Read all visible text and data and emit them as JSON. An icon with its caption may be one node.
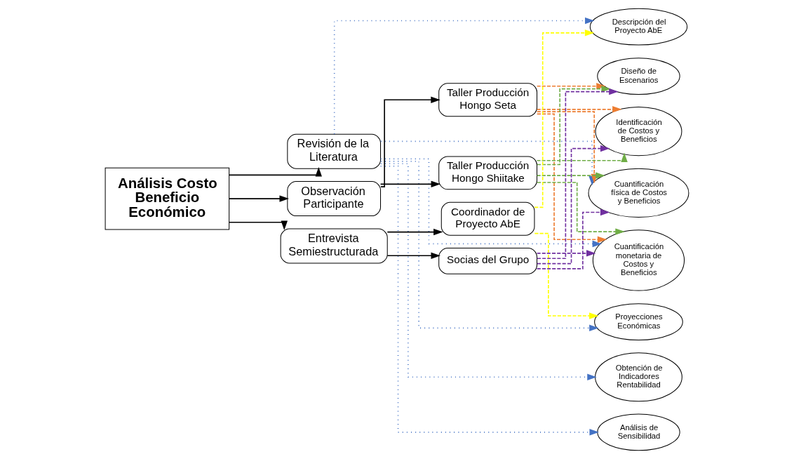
{
  "diagram": {
    "nodes": [
      {
        "text": [
          "Análisis Costo Beneficio Económico"
        ]
      },
      {
        "text": [
          "Revisión de la Literatura"
        ]
      },
      {
        "text": [
          "Observación Participante"
        ]
      },
      {
        "text": [
          "Entrevista Semiestructurada"
        ]
      },
      {
        "text": [
          "Taller Producción Hongo Seta"
        ]
      },
      {
        "text": [
          "Taller Producción Hongo Shiitake"
        ]
      },
      {
        "text": [
          "Coordinador de Proyecto AbE"
        ]
      },
      {
        "text": [
          "Socias del Grupo"
        ]
      },
      {
        "text": [
          "Descripción del Proyecto AbE"
        ]
      },
      {
        "text": [
          "Diseño de Escenarios"
        ]
      },
      {
        "text": [
          "Identificación de Costos y Beneficios"
        ]
      },
      {
        "text": [
          "Cuantificación física de Costos y Beneficios"
        ]
      },
      {
        "text": [
          "Cuantificación monetaria de Costos y Beneficios"
        ]
      },
      {
        "text": [
          "Proyecciones Económicas"
        ]
      },
      {
        "text": [
          "Obtención de Indicadores Rentabilidad"
        ]
      },
      {
        "text": [
          "Análisis de Sensibilidad"
        ]
      }
    ],
    "edges": [
      {
        "from": 0,
        "to": 1,
        "arrow": "to"
      },
      {
        "from": 0,
        "to": 2,
        "arrow": "to"
      },
      {
        "from": 0,
        "to": 3,
        "arrow": "to"
      },
      {
        "from": 2,
        "to": 4,
        "arrow": "to"
      },
      {
        "from": 2,
        "to": 5,
        "arrow": "to"
      },
      {
        "from": 3,
        "to": 6,
        "arrow": "to"
      },
      {
        "from": 3,
        "to": 7,
        "arrow": "to"
      },
      {
        "from": 1,
        "to": 8,
        "arrow": "to",
        "style": "dashed",
        "color": "#4472c4"
      },
      {
        "from": 1,
        "to": 11,
        "arrow": "to",
        "style": "dashed",
        "color": "#4472c4"
      },
      {
        "from": 1,
        "to": 12,
        "arrow": "to",
        "style": "dashed",
        "color": "#4472c4"
      },
      {
        "from": 1,
        "to": 13,
        "arrow": "to",
        "style": "dashed",
        "color": "#4472c4"
      },
      {
        "from": 1,
        "to": 14,
        "arrow": "to",
        "style": "dashed",
        "color": "#4472c4"
      },
      {
        "from": 1,
        "to": 15,
        "arrow": "to",
        "style": "dashed",
        "color": "#4472c4"
      },
      {
        "from": 4,
        "to": 9,
        "arrow": "to",
        "style": "dashed",
        "color": "#ed7d31"
      },
      {
        "from": 4,
        "to": 10,
        "arrow": "to",
        "style": "dashed",
        "color": "#ed7d31"
      },
      {
        "from": 4,
        "to": 11,
        "arrow": "to",
        "style": "dashed",
        "color": "#ed7d31"
      },
      {
        "from": 4,
        "to": 12,
        "arrow": "to",
        "style": "dashed",
        "color": "#ed7d31"
      },
      {
        "from": 5,
        "to": 9,
        "arrow": "to",
        "style": "dashed",
        "color": "#70ad47"
      },
      {
        "from": 5,
        "to": 10,
        "arrow": "to",
        "style": "dashed",
        "color": "#70ad47"
      },
      {
        "from": 5,
        "to": 11,
        "arrow": "to",
        "style": "dashed",
        "color": "#70ad47"
      },
      {
        "from": 5,
        "to": 12,
        "arrow": "to",
        "style": "dashed",
        "color": "#70ad47"
      },
      {
        "from": 6,
        "to": 8,
        "arrow": "to",
        "style": "dashed",
        "color": "#ffff00"
      },
      {
        "from": 6,
        "to": 13,
        "arrow": "to",
        "style": "dashed",
        "color": "#ffff00"
      },
      {
        "from": 7,
        "to": 9,
        "arrow": "to",
        "style": "dashed",
        "color": "#7030a0"
      },
      {
        "from": 7,
        "to": 10,
        "arrow": "to",
        "style": "dashed",
        "color": "#7030a0"
      },
      {
        "from": 7,
        "to": 11,
        "arrow": "to",
        "style": "dashed",
        "color": "#7030a0"
      },
      {
        "from": 7,
        "to": 12,
        "arrow": "to",
        "style": "dashed",
        "color": "#7030a0"
      }
    ]
  }
}
